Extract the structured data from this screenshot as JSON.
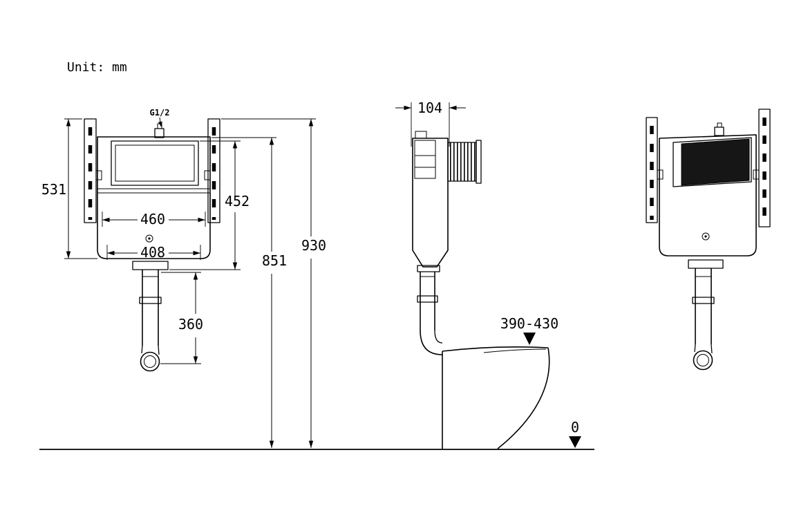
{
  "style": {
    "background": "#ffffff",
    "line_color": "#000000"
  },
  "notes": {
    "unit": "Unit: mm"
  },
  "front_view": {
    "inlet_label": "G1/2",
    "dim_bracket_height": "531",
    "dim_inner_width": "460",
    "dim_base_width": "408",
    "dim_tank_height": "452",
    "dim_outlet_height": "851",
    "dim_total_height": "930",
    "dim_pipe_drop": "360"
  },
  "side_view": {
    "dim_depth": "104",
    "dim_pan_height_range": "390-430",
    "dim_floor_datum": "0"
  }
}
